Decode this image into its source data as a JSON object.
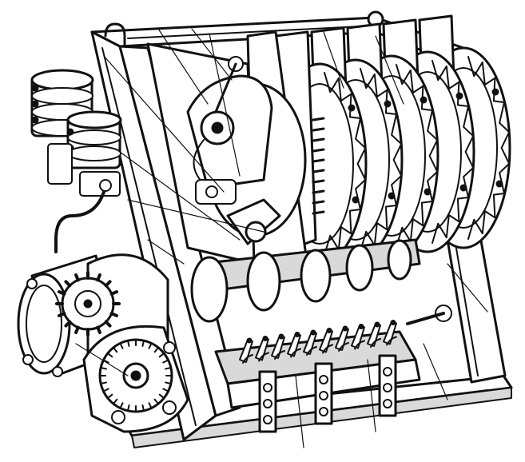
{
  "figure": {
    "ink_color": "#111111",
    "paper_color": "#ffffff",
    "shading_color": "#d9d9d9",
    "disc_count": 5,
    "contact_finger_count": 10,
    "leader_line_count": 14
  }
}
